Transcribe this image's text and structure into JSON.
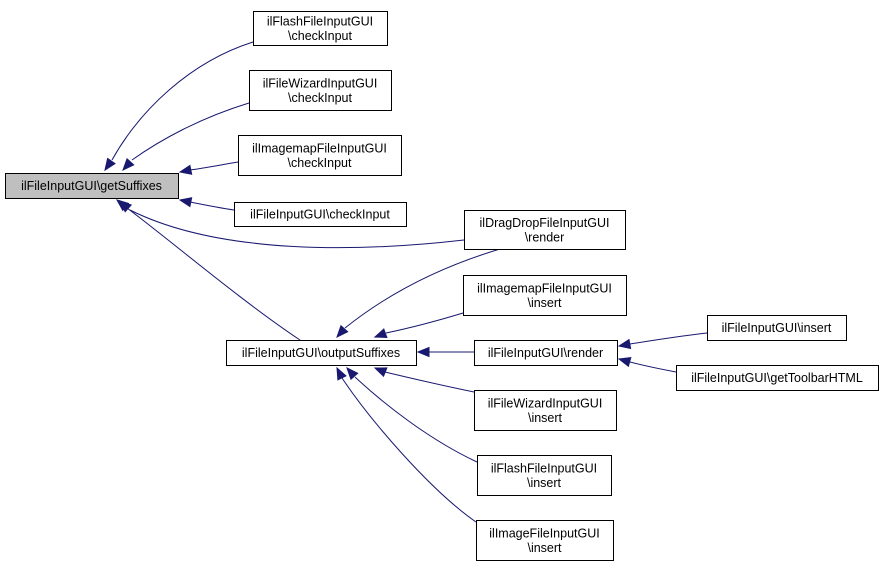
{
  "diagram": {
    "type": "caller-graph",
    "colors": {
      "edge": "#191970",
      "root_fill": "#bfbfbf",
      "node_fill": "#ffffff",
      "border": "#000000"
    },
    "nodes": [
      {
        "id": "getSuffixes",
        "lines": [
          "ilFileInputGUI\\getSuffixes"
        ],
        "root": true
      },
      {
        "id": "flashCheck",
        "lines": [
          "ilFlashFileInputGUI",
          "\\checkInput"
        ]
      },
      {
        "id": "wizardCheck",
        "lines": [
          "ilFileWizardInputGUI",
          "\\checkInput"
        ]
      },
      {
        "id": "imagemapCheck",
        "lines": [
          "ilImagemapFileInputGUI",
          "\\checkInput"
        ]
      },
      {
        "id": "fileCheck",
        "lines": [
          "ilFileInputGUI\\checkInput"
        ]
      },
      {
        "id": "dragRender",
        "lines": [
          "ilDragDropFileInputGUI",
          "\\render"
        ]
      },
      {
        "id": "outputSuffixes",
        "lines": [
          "ilFileInputGUI\\outputSuffixes"
        ]
      },
      {
        "id": "imagemapInsert",
        "lines": [
          "ilImagemapFileInputGUI",
          "\\insert"
        ]
      },
      {
        "id": "fileRender",
        "lines": [
          "ilFileInputGUI\\render"
        ]
      },
      {
        "id": "wizardInsert",
        "lines": [
          "ilFileWizardInputGUI",
          "\\insert"
        ]
      },
      {
        "id": "flashInsert",
        "lines": [
          "ilFlashFileInputGUI",
          "\\insert"
        ]
      },
      {
        "id": "imageInsert",
        "lines": [
          "ilImageFileInputGUI",
          "\\insert"
        ]
      },
      {
        "id": "fileInsert",
        "lines": [
          "ilFileInputGUI\\insert"
        ]
      },
      {
        "id": "toolbar",
        "lines": [
          "ilFileInputGUI\\getToolbarHTML"
        ]
      }
    ],
    "edges": [
      {
        "from": "flashCheck",
        "to": "getSuffixes"
      },
      {
        "from": "wizardCheck",
        "to": "getSuffixes"
      },
      {
        "from": "imagemapCheck",
        "to": "getSuffixes"
      },
      {
        "from": "fileCheck",
        "to": "getSuffixes"
      },
      {
        "from": "dragRender",
        "to": "getSuffixes"
      },
      {
        "from": "outputSuffixes",
        "to": "getSuffixes"
      },
      {
        "from": "dragRender",
        "to": "outputSuffixes"
      },
      {
        "from": "imagemapInsert",
        "to": "outputSuffixes"
      },
      {
        "from": "fileRender",
        "to": "outputSuffixes"
      },
      {
        "from": "wizardInsert",
        "to": "outputSuffixes"
      },
      {
        "from": "flashInsert",
        "to": "outputSuffixes"
      },
      {
        "from": "imageInsert",
        "to": "outputSuffixes"
      },
      {
        "from": "fileInsert",
        "to": "fileRender"
      },
      {
        "from": "toolbar",
        "to": "fileRender"
      }
    ]
  }
}
